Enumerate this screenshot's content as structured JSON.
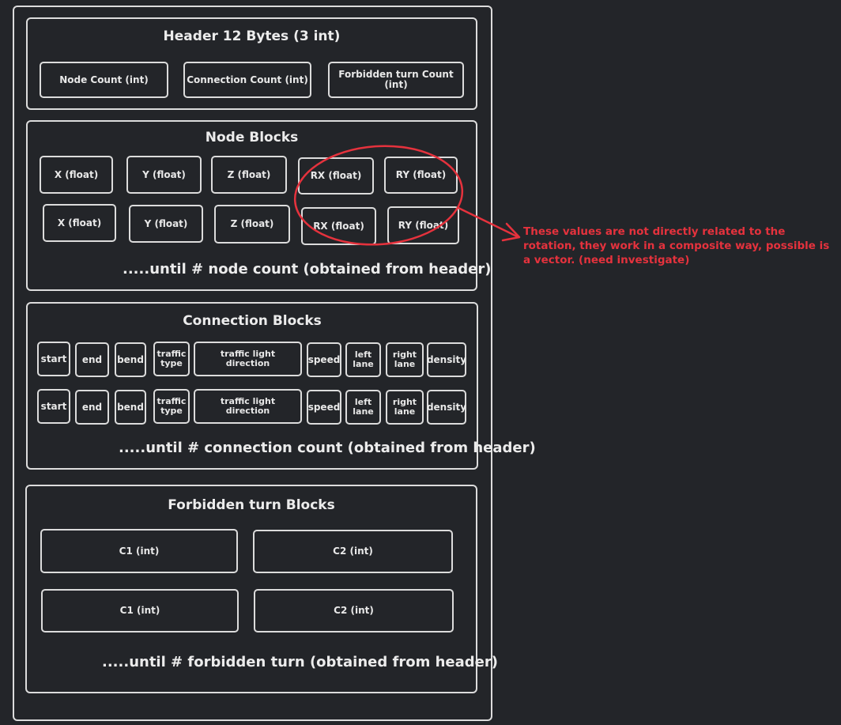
{
  "header": {
    "title": "Header 12 Bytes (3 int)",
    "fields": [
      "Node Count (int)",
      "Connection Count (int)",
      "Forbidden turn Count (int)"
    ]
  },
  "node_blocks": {
    "title": "Node Blocks",
    "fields": [
      "X (float)",
      "Y (float)",
      "Z (float)",
      "RX (float)",
      "RY (float)"
    ],
    "until": ".....until # node count (obtained from header)"
  },
  "connection_blocks": {
    "title": "Connection Blocks",
    "fields": [
      "start",
      "end",
      "bend",
      "traffic type",
      "traffic light direction",
      "speed",
      "left lane",
      "right lane",
      "density"
    ],
    "until": ".....until # connection count (obtained from header)"
  },
  "forbidden_blocks": {
    "title": "Forbidden turn Blocks",
    "fields": [
      "C1 (int)",
      "C2 (int)"
    ],
    "until": ".....until # forbidden turn (obtained from header)"
  },
  "annotation": {
    "text": "These values are not directly related to the rotation, they work in a composite way, possible is a vector. (need investigate)",
    "color": "#e5323d"
  },
  "colors": {
    "background": "#232529",
    "stroke": "#dcdcdc",
    "annotation": "#e5323d"
  }
}
